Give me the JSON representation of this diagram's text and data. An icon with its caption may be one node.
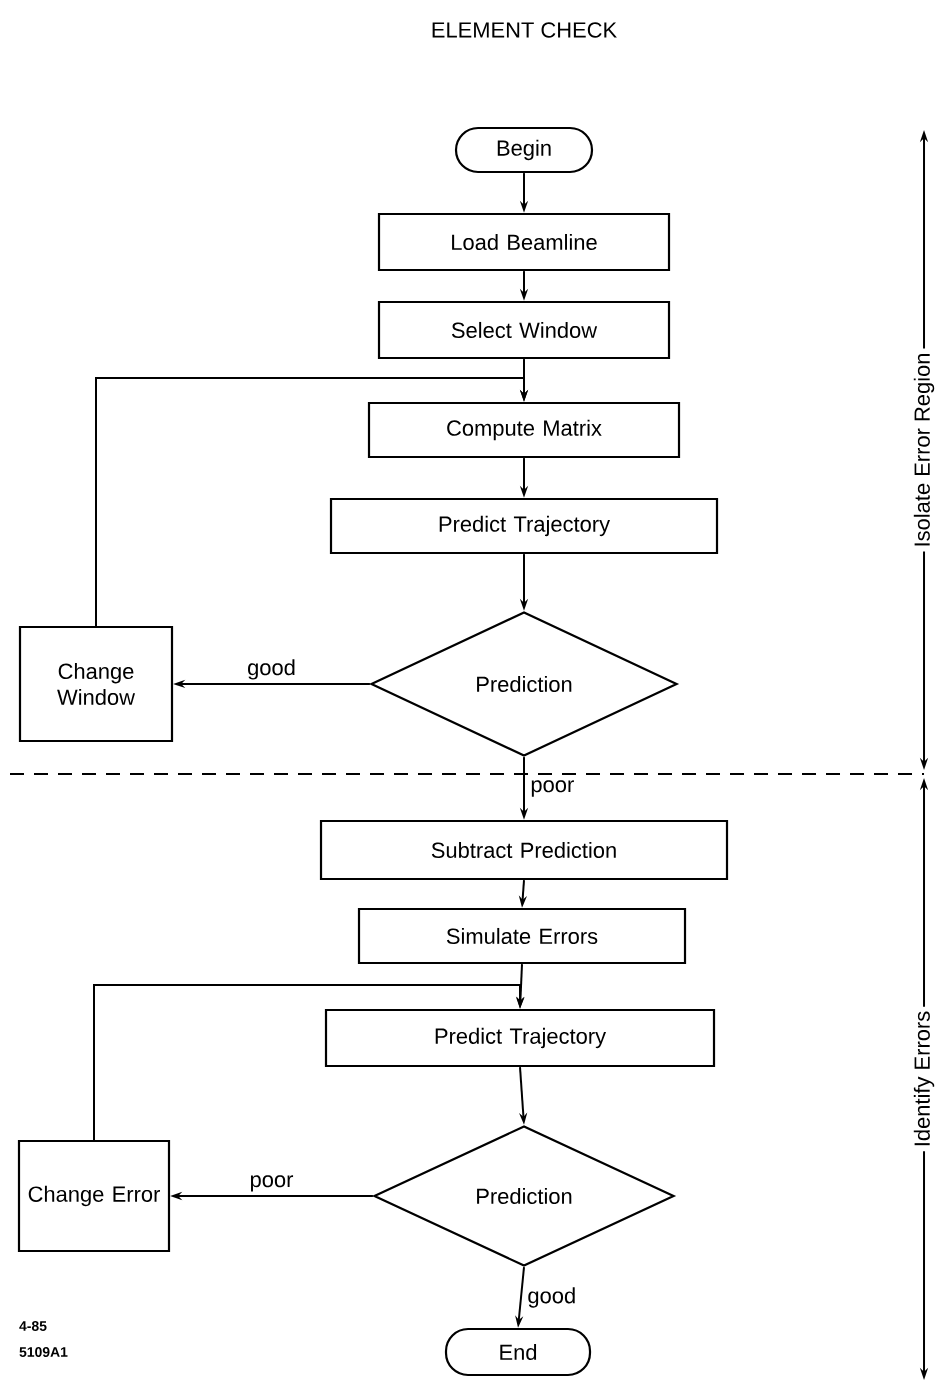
{
  "diagram": {
    "title": "ELEMENT CHECK",
    "nodes": [
      {
        "text": [
          "Begin"
        ]
      },
      {
        "text": [
          "Load Beamline"
        ]
      },
      {
        "text": [
          "Select Window"
        ]
      },
      {
        "text": [
          "Compute Matrix"
        ]
      },
      {
        "text": [
          "Predict Trajectory"
        ]
      },
      {
        "text": [
          "Prediction"
        ]
      },
      {
        "text": [
          "Change Window"
        ]
      },
      {
        "text": [
          "Subtract Prediction"
        ]
      },
      {
        "text": [
          "Simulate Errors"
        ]
      },
      {
        "text": [
          "Predict Trajectory"
        ]
      },
      {
        "text": [
          "Prediction"
        ]
      },
      {
        "text": [
          "Change Error"
        ]
      },
      {
        "text": [
          "End"
        ]
      }
    ],
    "edges": [
      {
        "from": 0,
        "to": 1,
        "arrow": "to"
      },
      {
        "from": 1,
        "to": 2,
        "arrow": "to"
      },
      {
        "from": 2,
        "to": 3,
        "arrow": "to"
      },
      {
        "from": 3,
        "to": 4,
        "arrow": "to"
      },
      {
        "from": 4,
        "to": 5,
        "arrow": "to"
      },
      {
        "from": 5,
        "to": 6,
        "arrow": "to",
        "label": "good"
      },
      {
        "from": 6,
        "to": 3,
        "arrow": "to"
      },
      {
        "from": 5,
        "to": 7,
        "arrow": "to",
        "label": "poor"
      },
      {
        "from": 7,
        "to": 8,
        "arrow": "to"
      },
      {
        "from": 8,
        "to": 9,
        "arrow": "to"
      },
      {
        "from": 9,
        "to": 10,
        "arrow": "to"
      },
      {
        "from": 10,
        "to": 11,
        "arrow": "to",
        "label": "poor"
      },
      {
        "from": 11,
        "to": 9,
        "arrow": "to"
      },
      {
        "from": 10,
        "to": 12,
        "arrow": "to",
        "label": "good"
      }
    ],
    "labels": [
      "Isolate Error Region",
      "Identify Errors",
      "4-85",
      "5109A1"
    ]
  }
}
